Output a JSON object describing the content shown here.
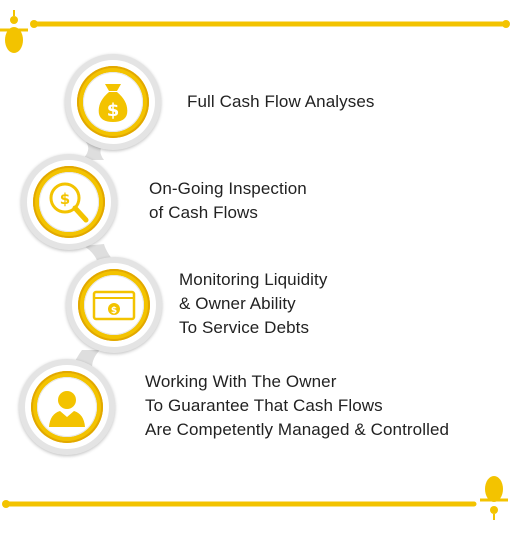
{
  "colors": {
    "accent": "#f3c300",
    "accent_dark": "#e2a800",
    "connector": "#dedede",
    "text": "#222222"
  },
  "steps": [
    {
      "icon": "money-bag-icon",
      "lines": [
        "Full Cash Flow Analyses"
      ]
    },
    {
      "icon": "magnifier-dollar-icon",
      "lines": [
        "On-Going Inspection",
        "of Cash Flows"
      ]
    },
    {
      "icon": "card-dollar-icon",
      "lines": [
        "Monitoring Liquidity",
        "& Owner Ability",
        "To Service Debts"
      ]
    },
    {
      "icon": "person-icon",
      "lines": [
        "Working With The Owner",
        "To Guarantee That Cash Flows",
        "Are Competently Managed & Controlled"
      ]
    }
  ]
}
